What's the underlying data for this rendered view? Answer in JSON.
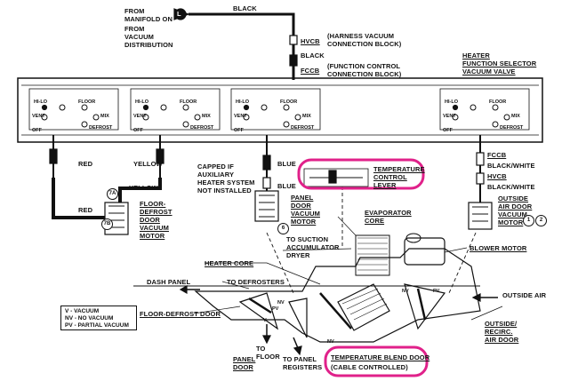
{
  "labels": {
    "from_manifold": "FROM\nMANIFOLD ON",
    "from_vacuum": "FROM\nVACUUM\nDISTRIBUTION",
    "l_marker": "L",
    "black_top": "BLACK",
    "hvcb_top": "HVCB",
    "hvcb_desc": "(HARNESS VACUUM\nCONNECTION BLOCK)",
    "black_mid": "BLACK",
    "fccb_top": "FCCB",
    "fccb_desc": "(FUNCTION CONTROL\nCONNECTION BLOCK)",
    "heater_selector": "HEATER\nFUNCTION SELECTOR\nVACUUM VALVE",
    "red_1": "RED",
    "yellow_1": "YELLOW",
    "yellow_2": "YELLOW",
    "red_2": "RED",
    "capped": "CAPPED IF\nAUXILIARY\nHEATER SYSTEM\nNOT INSTALLED",
    "blue_1": "BLUE",
    "blue_2": "BLUE",
    "temp_control": "TEMPERATURE\nCONTROL\nLEVER",
    "fccb_right": "FCCB",
    "black_white_1": "BLACK/WHITE",
    "hvcb_right": "HVCB",
    "black_white_2": "BLACK/WHITE",
    "outside_motor": "OUTSIDE\nAIR DOOR\nVACUUM\nMOTOR",
    "floor_defrost_motor": "FLOOR-\nDEFROST\nDOOR\nVACUUM\nMOTOR",
    "panel_motor": "PANEL\nDOOR\nVACUUM\nMOTOR",
    "evaporator": "EVAPORATOR\nCORE",
    "to_suction": "TO SUCTION\nACCUMULATOR\nDRYER",
    "blower_motor": "BLOWER MOTOR",
    "heater_core": "HEATER CORE",
    "dash_panel": "DASH PANEL",
    "to_defrosters": "TO DEFROSTERS",
    "floor_defrost_door": "FLOOR-DEFROST DOOR",
    "outside_air": "OUTSIDE AIR",
    "outside_recirc": "OUTSIDE/\nRECIRC.\nAIR DOOR",
    "to_floor": "TO\nFLOOR",
    "panel_door": "PANEL\nDOOR",
    "to_panel_registers": "TO PANEL\nREGISTERS",
    "temp_blend_door": "TEMPERATURE BLEND DOOR",
    "cable_controlled": "(CABLE CONTROLLED)",
    "num_7a": "7A",
    "num_7b": "7B",
    "num_6": "6",
    "num_1": "1",
    "num_2": "2",
    "pv_1": "PV",
    "v_1": "V",
    "nv_1": "NV",
    "nv_2": "NV",
    "nv_3": "NV",
    "pv_2": "PV"
  },
  "switch_labels": {
    "hi_lo": "HI-LO",
    "vent": "VENT",
    "floor": "FLOOR",
    "mix": "MIX",
    "off": "OFF",
    "defrost": "DEFROST"
  },
  "legend": {
    "v": "V - VACUUM",
    "nv": "NV - NO VACUUM",
    "pv": "PV - PARTIAL VACUUM"
  },
  "colors": {
    "line": "#111111",
    "highlight": "#e0218a"
  }
}
